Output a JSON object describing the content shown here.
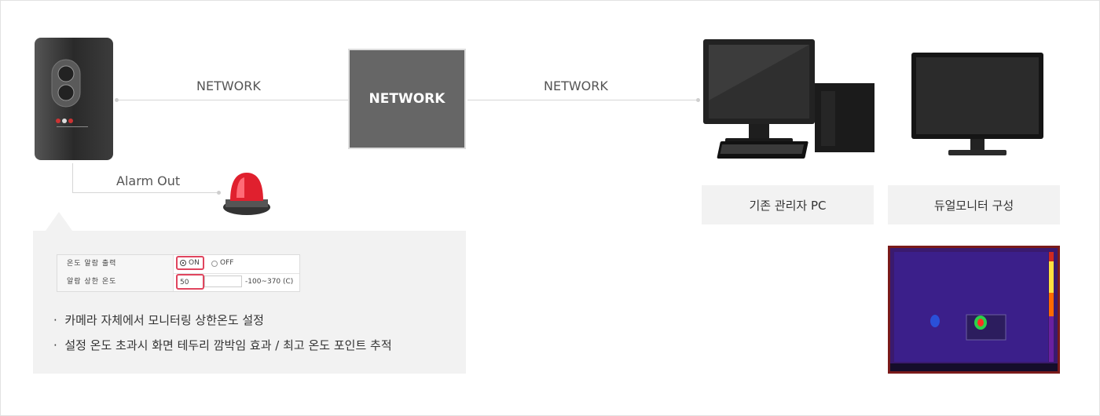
{
  "network_left_label": "NETWORK",
  "network_right_label": "NETWORK",
  "network_box_label": "NETWORK",
  "alarm_label": "Alarm Out",
  "pc_caption": "기존 관리자 PC",
  "dual_caption": "듀얼모니터 구성",
  "settings": {
    "row1_label": "온도 알람 출력",
    "on_label": "ON",
    "off_label": "OFF",
    "row2_label": "알람 상한 온도",
    "temp_value": "50",
    "temp_range": "-100~370 (C)"
  },
  "bullets": [
    "카메라 자체에서 모니터링 상한온도 설정",
    "설정 온도 초과시 화면 테두리 깜박임 효과 / 최고 온도 포인트 추적"
  ],
  "colors": {
    "highlight": "#e0455e",
    "network_box": "#666666",
    "panel": "#f2f2f2"
  }
}
